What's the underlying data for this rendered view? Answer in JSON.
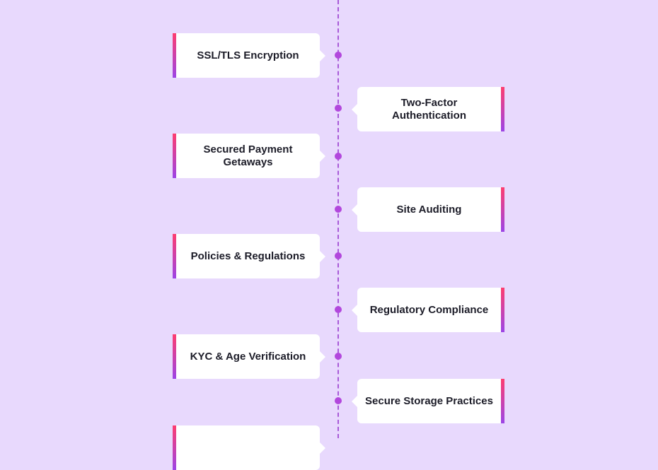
{
  "timeline": {
    "items": [
      {
        "label": "SSL/TLS Encryption"
      },
      {
        "label": "Two-Factor\nAuthentication"
      },
      {
        "label": "Secured Payment\nGetaways"
      },
      {
        "label": "Site Auditing"
      },
      {
        "label": "Policies & Regulations"
      },
      {
        "label": "Regulatory Compliance"
      },
      {
        "label": "KYC & Age Verification"
      },
      {
        "label": "Secure Storage Practices"
      },
      {
        "label": ""
      }
    ]
  },
  "colors": {
    "background": "#e8d9fd",
    "line": "#a85ad8",
    "dot": "#b247dd",
    "accent_top": "#ff3d6e",
    "accent_bottom": "#9b45e8",
    "card": "#ffffff"
  }
}
